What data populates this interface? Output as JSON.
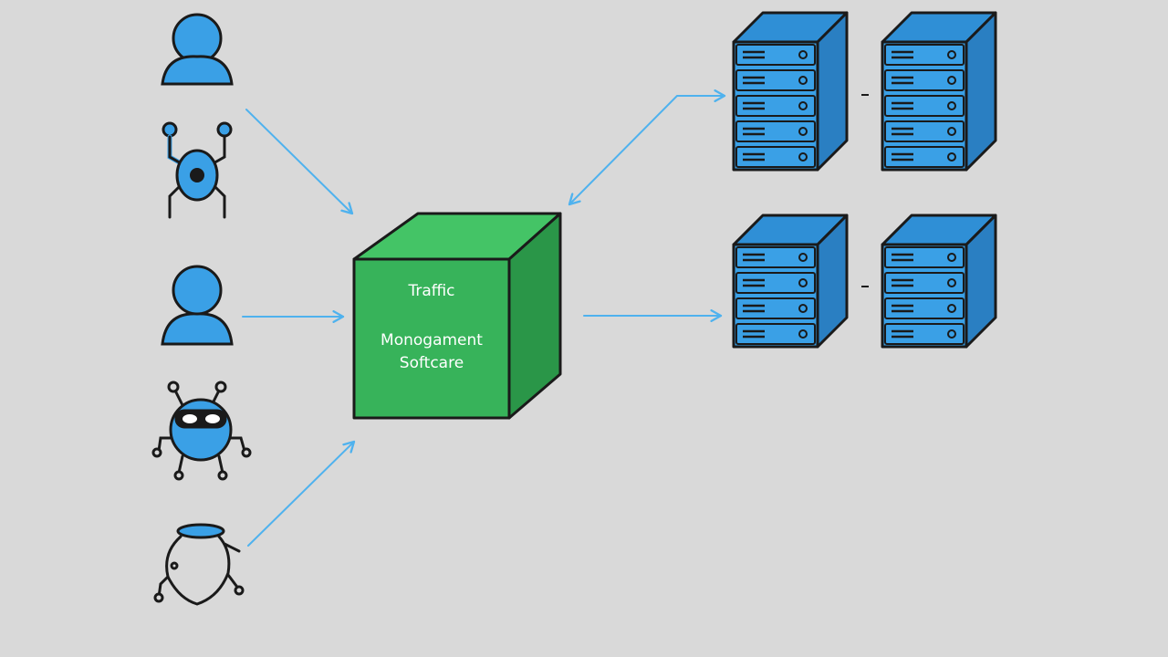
{
  "colors": {
    "background": "#d9d9d9",
    "client_blue": "#3aa0e6",
    "server_blue": "#3aa0e6",
    "arrow_blue": "#4fb2ee",
    "cube_front": "#37b35a",
    "cube_top": "#44c466",
    "cube_side": "#2a9648",
    "outline": "#1a1a1a"
  },
  "clients": [
    {
      "icon": "user-icon"
    },
    {
      "icon": "robot-icon"
    },
    {
      "icon": "user-icon"
    },
    {
      "icon": "bug-bot-icon"
    },
    {
      "icon": "hacker-icon"
    }
  ],
  "center_box": {
    "line1": "Traffic",
    "line2": "Monogament",
    "line3": "Softcare"
  },
  "server_groups": [
    {
      "racks": 2,
      "units_per_rack": 5
    },
    {
      "racks": 2,
      "units_per_rack": 4
    }
  ]
}
